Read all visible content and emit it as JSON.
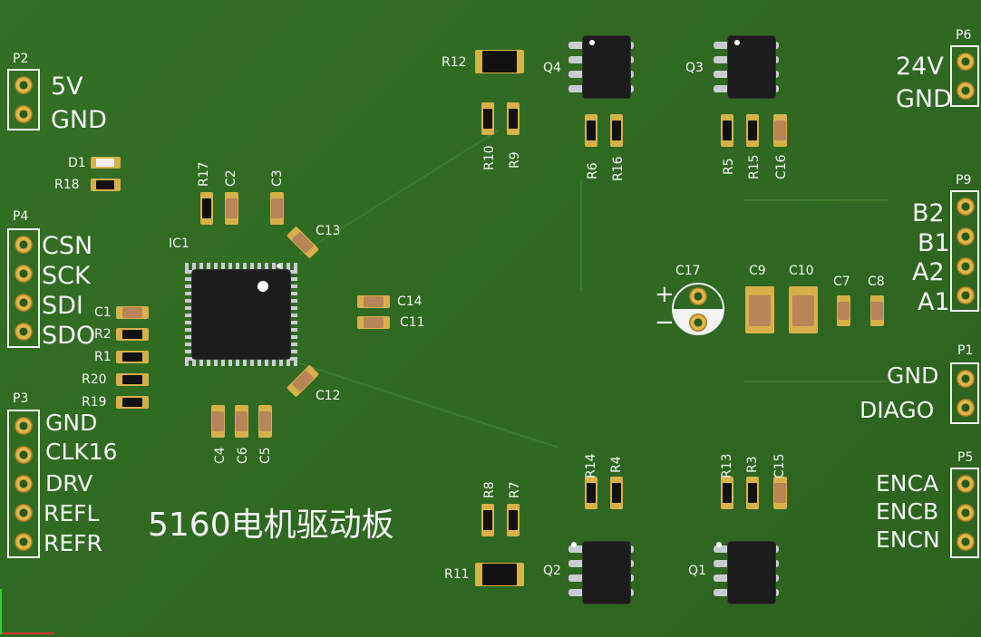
{
  "title": "5160电机驱动板",
  "connectors": {
    "p2": {
      "label": "P2",
      "pins": [
        "5V",
        "GND"
      ]
    },
    "p4": {
      "label": "P4",
      "pins": [
        "CSN",
        "SCK",
        "SDI",
        "SDO"
      ]
    },
    "p3": {
      "label": "P3",
      "pins": [
        "GND",
        "CLK16",
        "DRV",
        "REFL",
        "REFR"
      ]
    },
    "p6": {
      "label": "P6",
      "pins": [
        "24V",
        "GND"
      ]
    },
    "p9": {
      "label": "P9",
      "pins": [
        "B2",
        "B1",
        "A2",
        "A1"
      ]
    },
    "p1": {
      "label": "P1",
      "pins": [
        "GND",
        "DIAGO"
      ]
    },
    "p5": {
      "label": "P5",
      "pins": [
        "ENCA",
        "ENCB",
        "ENCN"
      ]
    }
  },
  "designators": {
    "d1": "D1",
    "r18": "R18",
    "ic1": "IC1",
    "r17": "R17",
    "c2": "C2",
    "c3": "C3",
    "c13": "C13",
    "c14": "C14",
    "c11": "C11",
    "c12": "C12",
    "c1": "C1",
    "r2": "R2",
    "r1": "R1",
    "r20": "R20",
    "r19": "R19",
    "c4": "C4",
    "c6": "C6",
    "c5": "C5",
    "r12": "R12",
    "q4": "Q4",
    "q3": "Q3",
    "r10": "R10",
    "r9": "R9",
    "r6": "R6",
    "r16": "R16",
    "r5": "R5",
    "r15": "R15",
    "c16": "C16",
    "c17": "C17",
    "c9": "C9",
    "c10": "C10",
    "c7": "C7",
    "c8": "C8",
    "r14": "R14",
    "r4": "R4",
    "r13": "R13",
    "r3": "R3",
    "c15": "C15",
    "r8": "R8",
    "r7": "R7",
    "r11": "R11",
    "q2": "Q2",
    "q1": "Q1"
  },
  "polarity": {
    "plus": "+",
    "minus": "−"
  },
  "colors": {
    "board": "#2f6921",
    "silkscreen": "#f4f4f4",
    "pad": "#d8b04a"
  }
}
